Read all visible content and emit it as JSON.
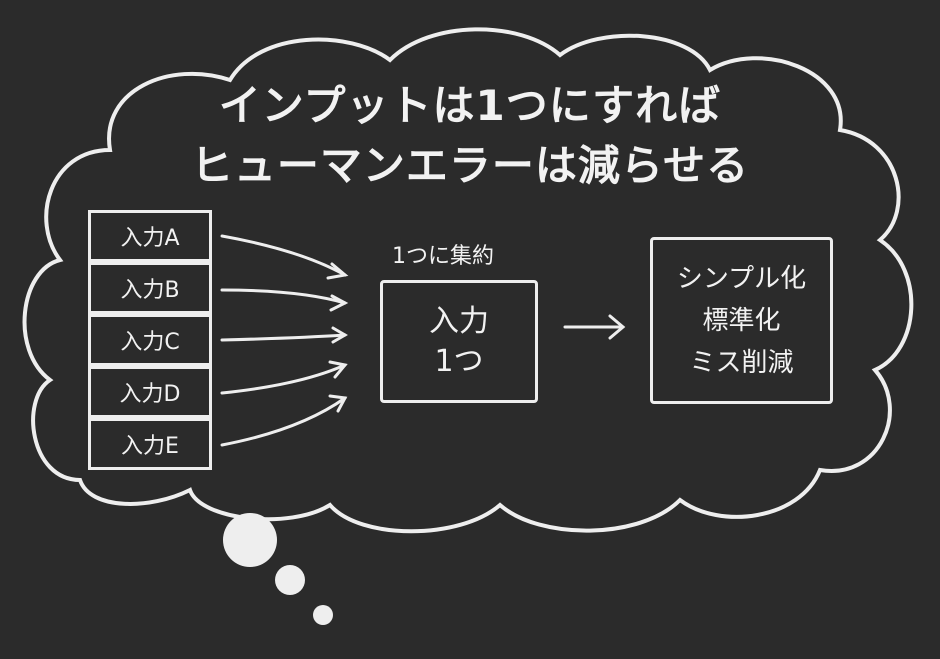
{
  "title": {
    "line1": "インプットは1つにすれば",
    "line2": "ヒューマンエラーは減らせる"
  },
  "inputs": [
    "入力A",
    "入力B",
    "入力C",
    "入力D",
    "入力E"
  ],
  "consolidate_label": "1つに集約",
  "center_box": {
    "line1": "入力",
    "line2": "1つ"
  },
  "result_box": {
    "line1": "シンプル化",
    "line2": "標準化",
    "line3": "ミス削減"
  },
  "colors": {
    "background": "#2b2b2b",
    "chalk": "#eeeeee"
  }
}
